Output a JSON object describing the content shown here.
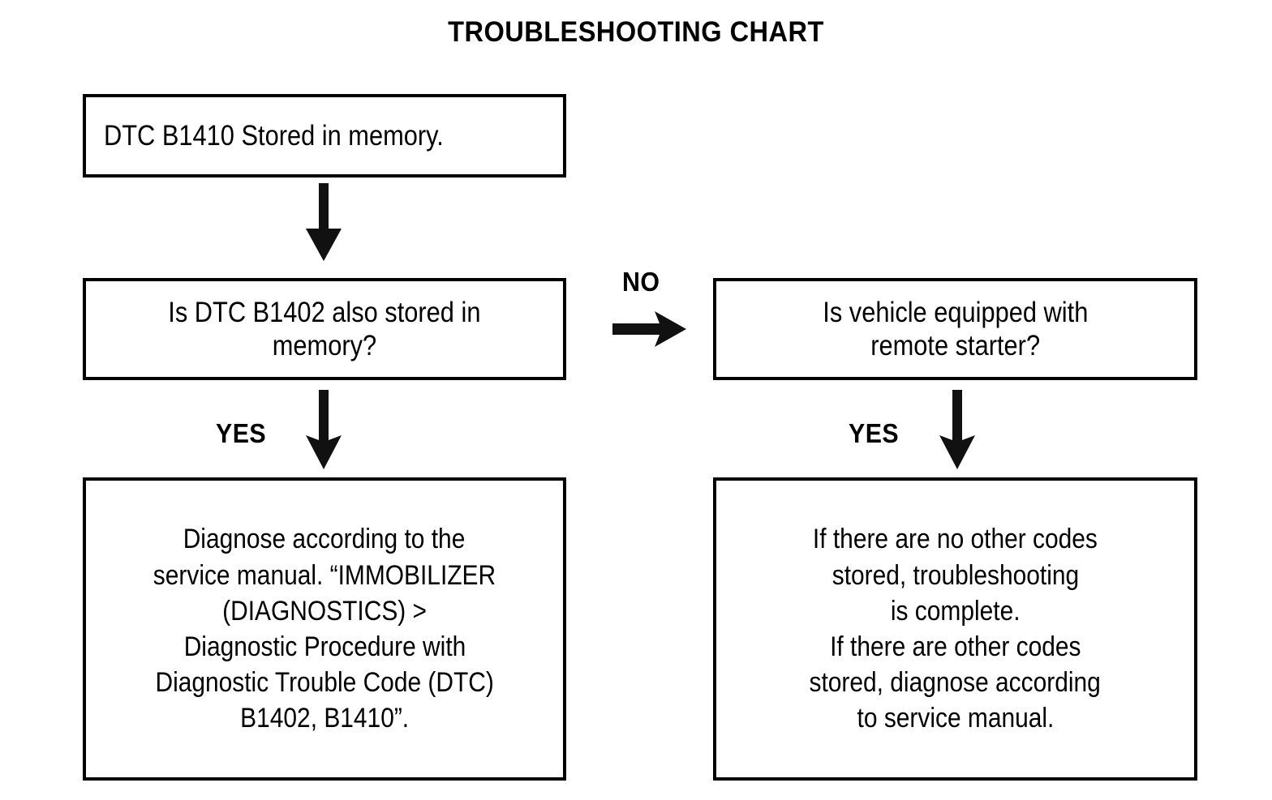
{
  "title": "TROUBLESHOOTING CHART",
  "chart_data": {
    "type": "diagram",
    "diagram_type": "flowchart",
    "title": "TROUBLESHOOTING CHART",
    "orientation": "top-down with right branch",
    "nodes": [
      {
        "id": "dtc-stored",
        "shape": "rectangle",
        "align": "left",
        "lines": [
          "DTC B1410 Stored in memory."
        ]
      },
      {
        "id": "question-b1402",
        "shape": "rectangle",
        "align": "center",
        "lines": [
          "Is DTC B1402 also stored in",
          "memory?"
        ]
      },
      {
        "id": "question-remote-starter",
        "shape": "rectangle",
        "align": "center",
        "lines": [
          "Is vehicle equipped with",
          "remote starter?"
        ]
      },
      {
        "id": "diagnose-service-manual",
        "shape": "rectangle",
        "align": "center",
        "lines": [
          "Diagnose according to the",
          "service manual.  “IMMOBILIZER",
          "(DIAGNOSTICS) >",
          "Diagnostic Procedure with",
          "Diagnostic Trouble Code (DTC)",
          "B1402, B1410”."
        ]
      },
      {
        "id": "troubleshooting-result",
        "shape": "rectangle",
        "align": "center",
        "lines": [
          "If there are no other codes",
          "stored, troubleshooting",
          "is complete.",
          "If there are other codes",
          "stored, diagnose according",
          "to service manual."
        ]
      }
    ],
    "edges": [
      {
        "from": "dtc-stored",
        "to": "question-b1402",
        "label": "",
        "direction": "down"
      },
      {
        "from": "question-b1402",
        "to": "question-remote-starter",
        "label": "NO",
        "direction": "right"
      },
      {
        "from": "question-b1402",
        "to": "diagnose-service-manual",
        "label": "YES",
        "direction": "down"
      },
      {
        "from": "question-remote-starter",
        "to": "troubleshooting-result",
        "label": "YES",
        "direction": "down"
      }
    ],
    "colors": {
      "stroke": "#000000",
      "background": "#ffffff",
      "text": "#000000"
    }
  },
  "nodes": {
    "dtc_stored": {
      "line1": "DTC B1410 Stored in memory."
    },
    "question_b1402": {
      "line1": "Is DTC B1402 also stored in",
      "line2": "memory?"
    },
    "question_remote_starter": {
      "line1": "Is vehicle equipped with",
      "line2": "remote starter?"
    },
    "diagnose_service_manual": {
      "line1": "Diagnose according to the",
      "line2": "service manual.  “IMMOBILIZER",
      "line3": "(DIAGNOSTICS) >",
      "line4": "Diagnostic Procedure with",
      "line5": "Diagnostic Trouble Code (DTC)",
      "line6": "B1402, B1410”."
    },
    "troubleshooting_result": {
      "line1": "If there are no other codes",
      "line2": "stored, troubleshooting",
      "line3": "is complete.",
      "line4": "If there are other codes",
      "line5": "stored, diagnose according",
      "line6": "to service manual."
    }
  },
  "labels": {
    "no": "NO",
    "yes_left": "YES",
    "yes_right": "YES"
  }
}
